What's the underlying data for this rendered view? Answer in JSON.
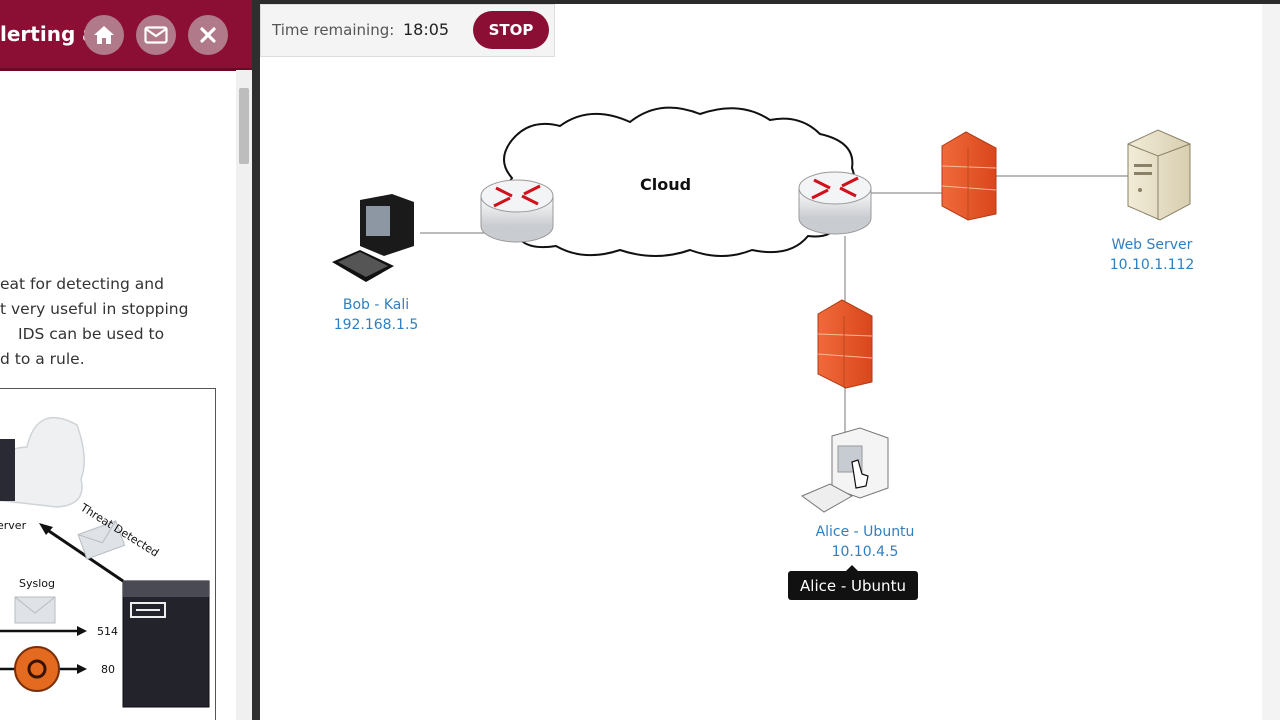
{
  "left_panel": {
    "header_title": "lerting a",
    "buttons": {
      "home": "home-icon",
      "mail": "mail-icon",
      "close": "close-icon"
    },
    "text_lines": [
      "eat for detecting and",
      "t very useful in stopping",
      "IDS can be used to",
      "d to a rule."
    ],
    "figure": {
      "labels": {
        "server": "erver",
        "threat": "Threat Detected",
        "syslog": "Syslog",
        "port_514": "514",
        "port_80": "80"
      }
    }
  },
  "timer": {
    "label": "Time remaining:",
    "value": "18:05",
    "stop_label": "STOP"
  },
  "network": {
    "cloud_label": "Cloud",
    "nodes": {
      "bob": {
        "name": "Bob - Kali",
        "ip": "192.168.1.5"
      },
      "web": {
        "name": "Web Server",
        "ip": "10.10.1.112"
      },
      "alice": {
        "name": "Alice - Ubuntu",
        "ip": "10.10.4.5"
      }
    },
    "tooltip": "Alice - Ubuntu"
  },
  "colors": {
    "brand": "#8b0f34",
    "label_blue": "#2f7fc1",
    "firewall": "#e8623a"
  }
}
